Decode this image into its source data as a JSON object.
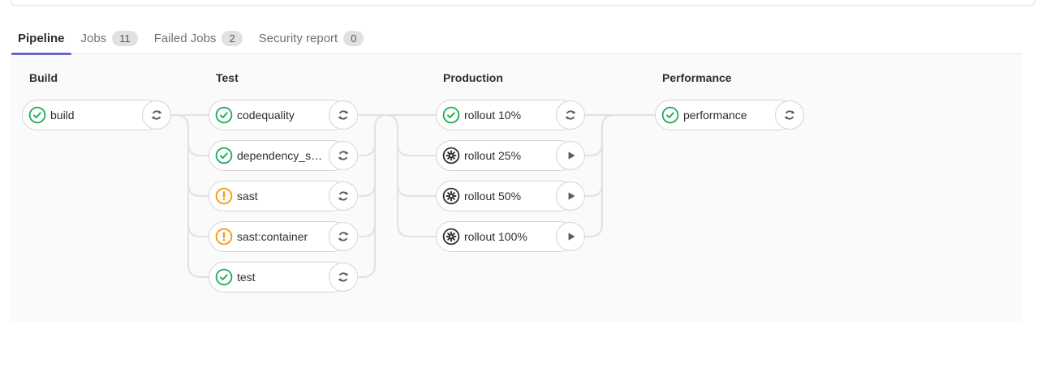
{
  "tabs": [
    {
      "label": "Pipeline",
      "active": true
    },
    {
      "label": "Jobs",
      "badge": "11"
    },
    {
      "label": "Failed Jobs",
      "badge": "2"
    },
    {
      "label": "Security report",
      "badge": "0"
    }
  ],
  "stages": [
    {
      "title": "Build",
      "jobs": [
        {
          "name": "build",
          "status": "success",
          "action": "retry"
        }
      ]
    },
    {
      "title": "Test",
      "jobs": [
        {
          "name": "codequality",
          "status": "success",
          "action": "retry"
        },
        {
          "name": "dependency_s…",
          "status": "success",
          "action": "retry"
        },
        {
          "name": "sast",
          "status": "warning",
          "action": "retry"
        },
        {
          "name": "sast:container",
          "status": "warning",
          "action": "retry"
        },
        {
          "name": "test",
          "status": "success",
          "action": "retry"
        }
      ]
    },
    {
      "title": "Production",
      "jobs": [
        {
          "name": "rollout 10%",
          "status": "success",
          "action": "retry"
        },
        {
          "name": "rollout 25%",
          "status": "manual",
          "action": "play"
        },
        {
          "name": "rollout 50%",
          "status": "manual",
          "action": "play"
        },
        {
          "name": "rollout 100%",
          "status": "manual",
          "action": "play"
        }
      ]
    },
    {
      "title": "Performance",
      "jobs": [
        {
          "name": "performance",
          "status": "success",
          "action": "retry"
        }
      ]
    }
  ],
  "colors": {
    "accent": "#6666c4",
    "success": "#1aaa55",
    "warning": "#fc9403",
    "manual": "#2e2e2e",
    "graph_background": "#fafafa",
    "pill_border": "#d5d5d5",
    "connector": "#e1e1e1"
  }
}
